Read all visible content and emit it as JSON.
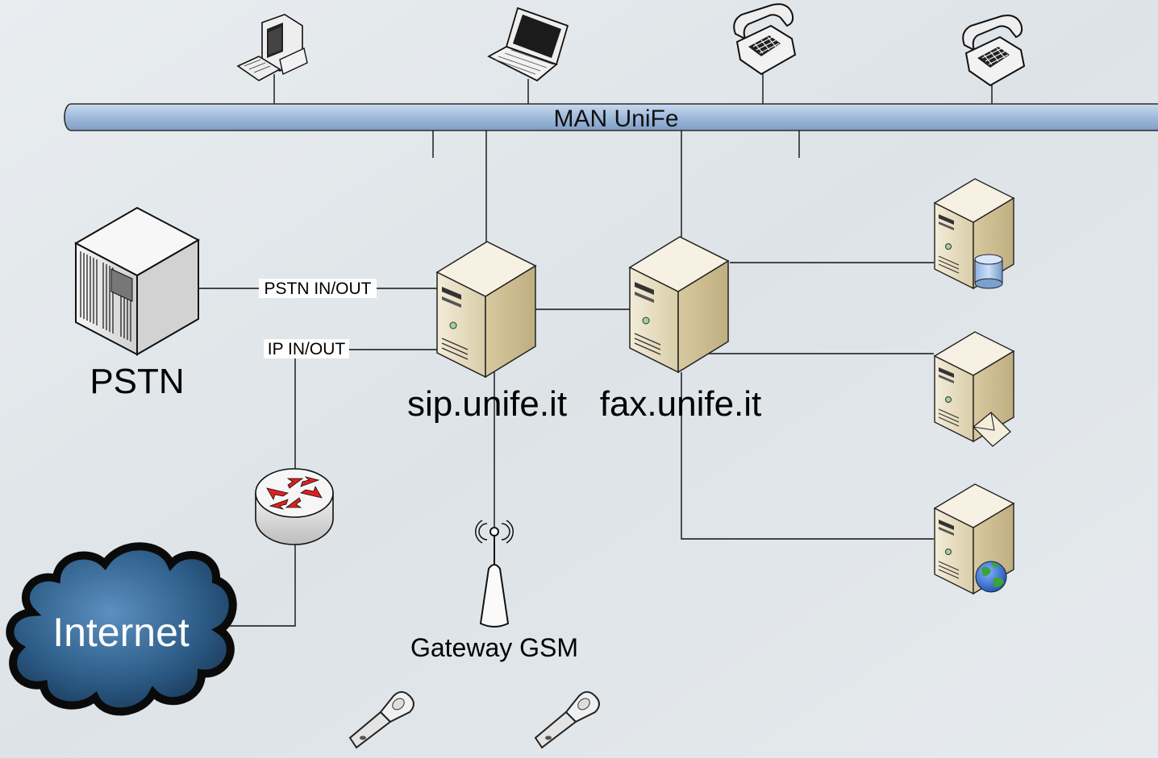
{
  "diagram": {
    "bus_label": "MAN UniFe",
    "pstn_label": "PSTN",
    "pstn_link_label": "PSTN IN/OUT",
    "ip_link_label": "IP IN/OUT",
    "sip_label": "sip.unife.it",
    "fax_label": "fax.unife.it",
    "gsm_label": "Gateway GSM",
    "internet_label": "Internet"
  },
  "colors": {
    "bus_fill": "#9fbadb",
    "bus_stroke": "#3f5f86",
    "server_beige": "#e6dcc0",
    "router_arrows": "#e02020",
    "cloud": "#2c5b86"
  }
}
